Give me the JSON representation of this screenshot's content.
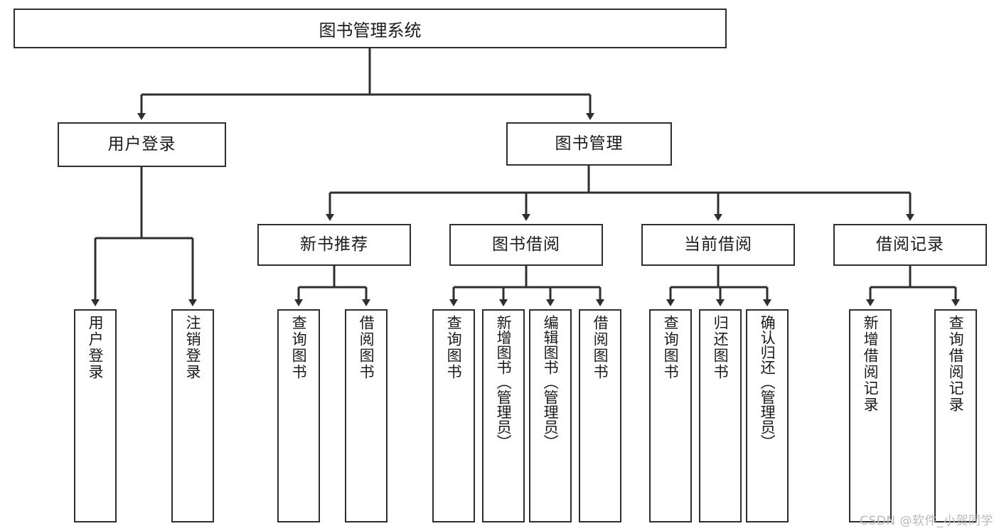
{
  "diagram": {
    "title": "图书管理系统",
    "type": "tree-hierarchy-diagram",
    "root": {
      "label": "图书管理系统"
    },
    "level1": [
      {
        "label": "用户登录"
      },
      {
        "label": "图书管理"
      }
    ],
    "level2": [
      {
        "label": "新书推荐"
      },
      {
        "label": "图书借阅"
      },
      {
        "label": "当前借阅"
      },
      {
        "label": "借阅记录"
      }
    ],
    "leaves": {
      "user_login": [
        {
          "label": "用户登录"
        },
        {
          "label": "注销登录"
        }
      ],
      "new_book_recommend": [
        {
          "label": "查询图书"
        },
        {
          "label": "借阅图书"
        }
      ],
      "book_borrow": [
        {
          "label": "查询图书"
        },
        {
          "label": "新增图书（管理员）"
        },
        {
          "label": "编辑图书（管理员）"
        },
        {
          "label": "借阅图书"
        }
      ],
      "current_borrow": [
        {
          "label": "查询图书"
        },
        {
          "label": "归还图书"
        },
        {
          "label": "确认归还（管理员）"
        }
      ],
      "borrow_record": [
        {
          "label": "新增借阅记录"
        },
        {
          "label": "查询借阅记录"
        }
      ]
    }
  },
  "watermark": {
    "text": "CSDN @软件_小贺同学"
  },
  "colors": {
    "stroke": "#2f2f2f",
    "background": "#ffffff",
    "text": "#1b1b1b",
    "watermark": "#b9b9b9"
  }
}
